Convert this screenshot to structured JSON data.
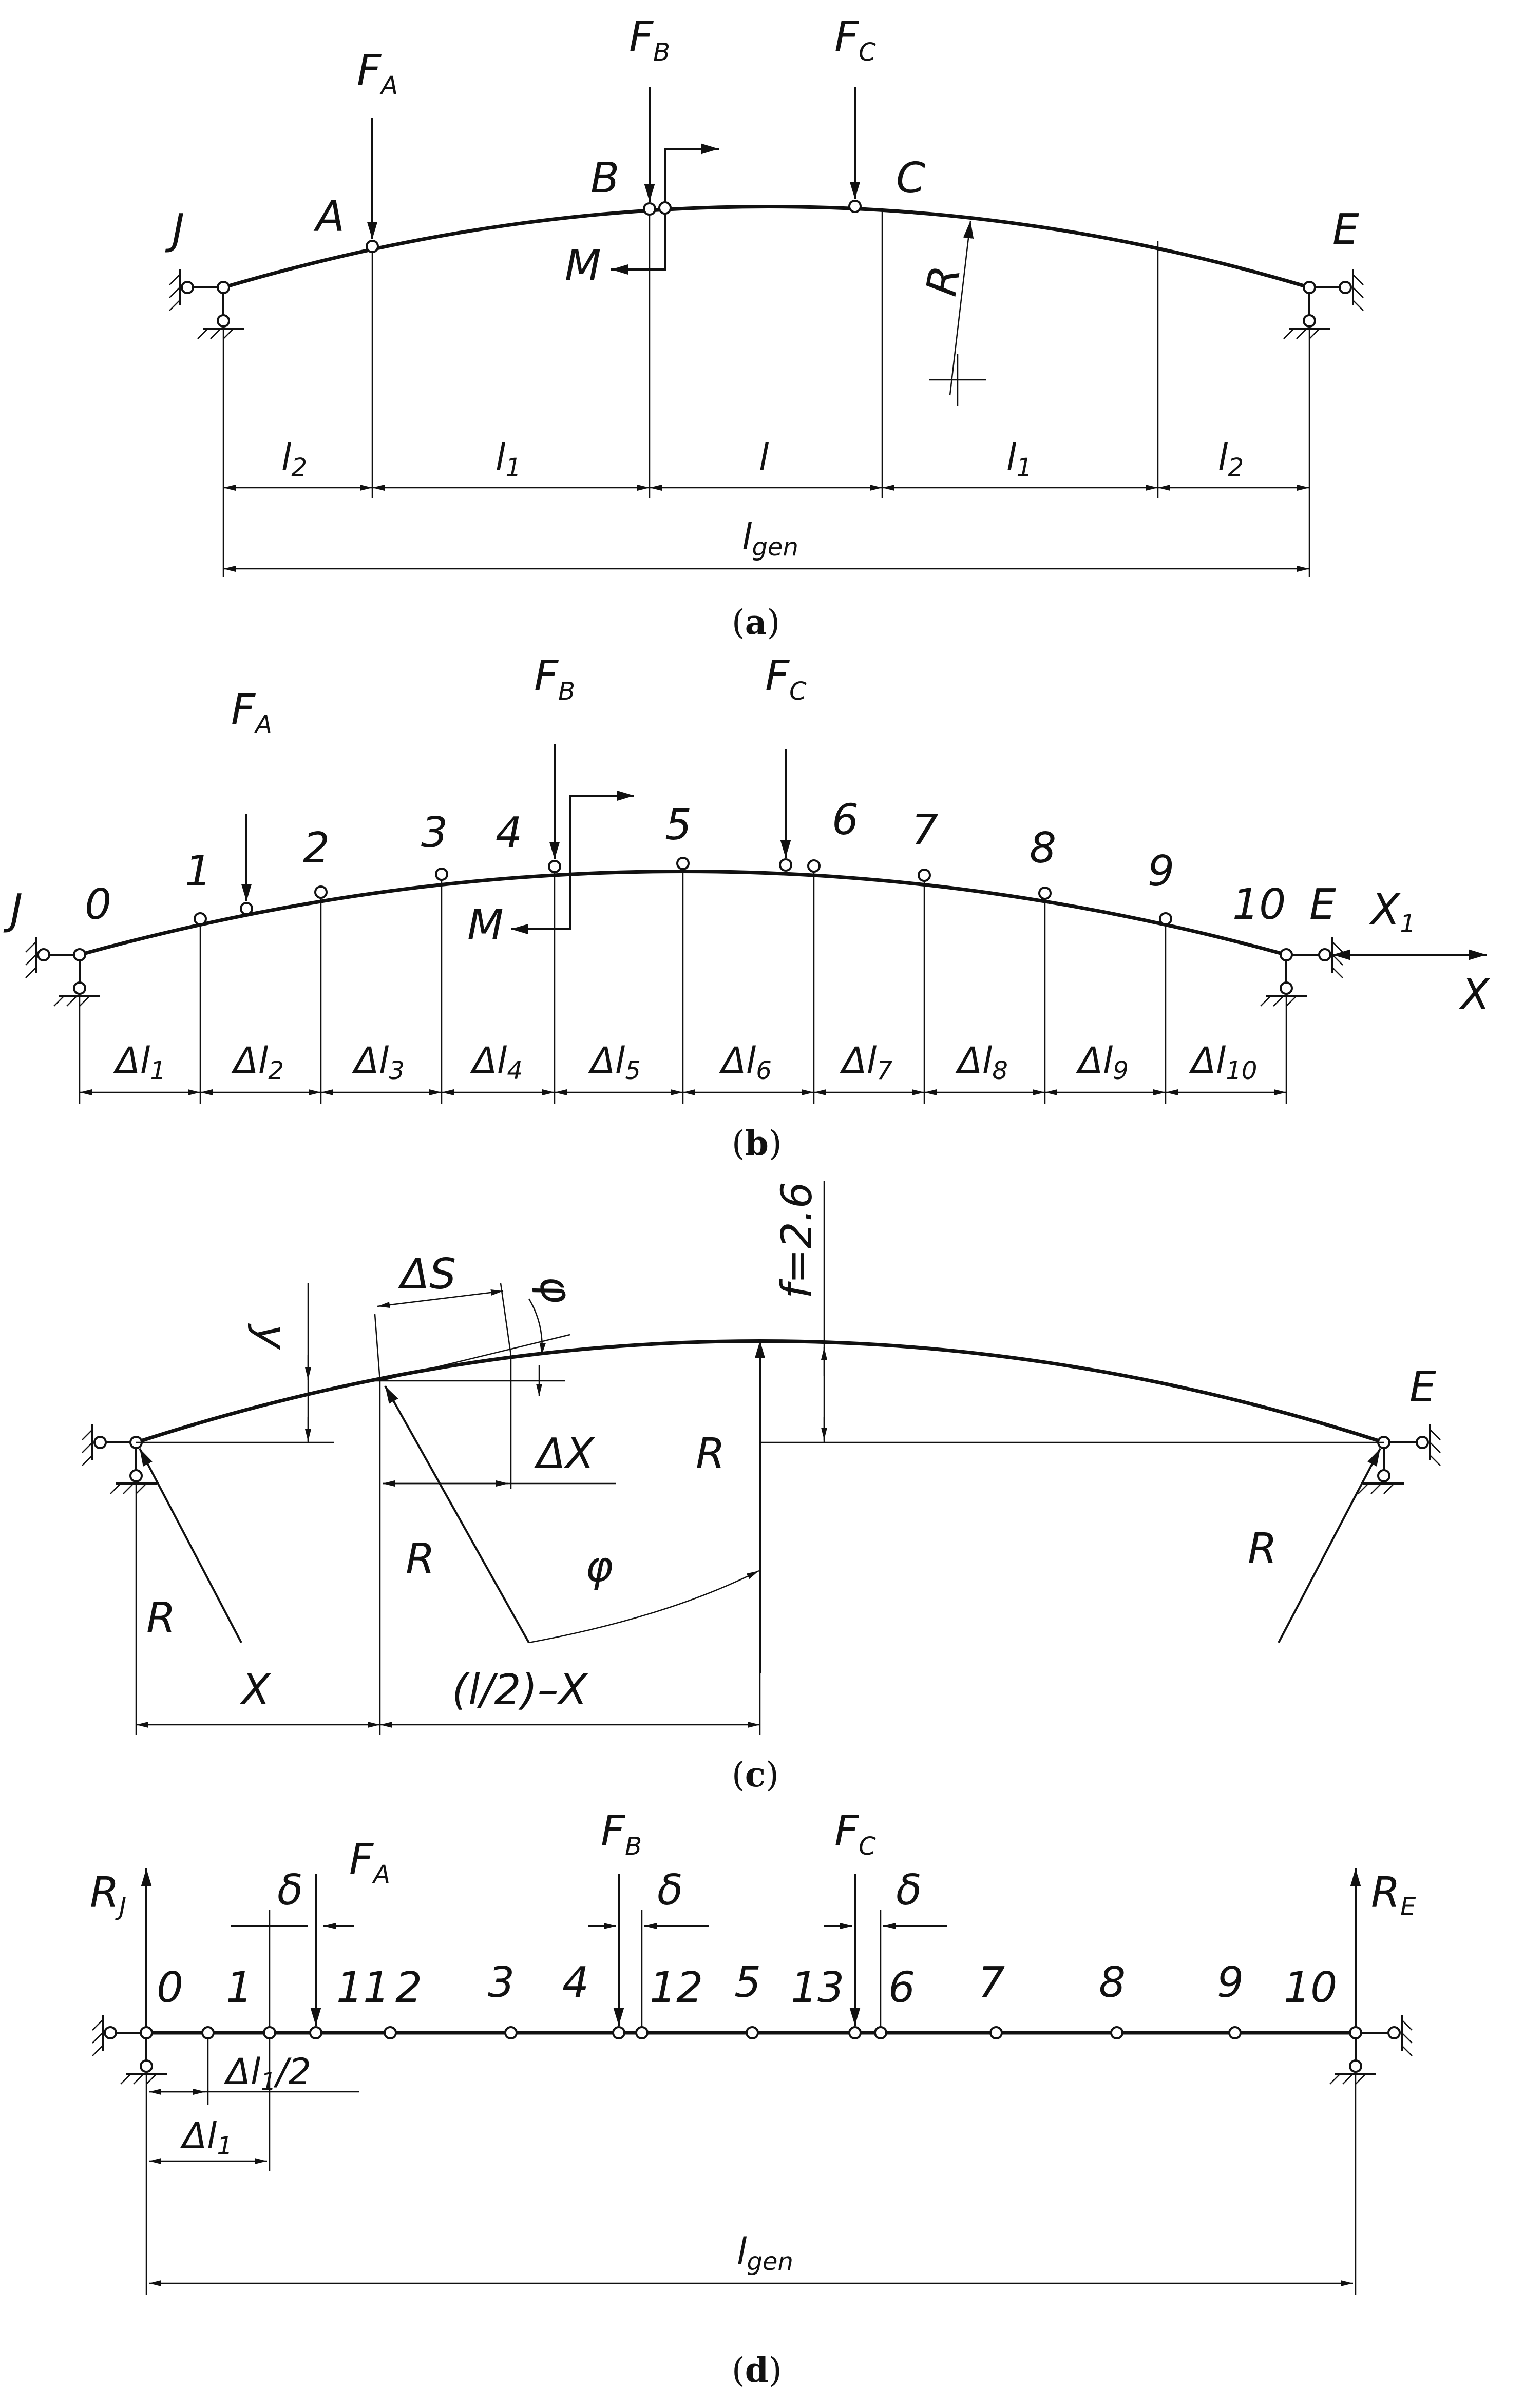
{
  "panels": {
    "a": {
      "caption_open": "(",
      "caption_letter": "a",
      "caption_close": ")",
      "labels": {
        "J": "J",
        "A": "A",
        "B": "B",
        "C": "C",
        "E": "E",
        "M": "M",
        "R": "R"
      },
      "forces": {
        "FA": "F",
        "FA_sub": "A",
        "FB": "F",
        "FB_sub": "B",
        "FC": "F",
        "FC_sub": "C"
      },
      "dims": {
        "l2_left": "l",
        "l2_left_sub": "2",
        "l1_left": "l",
        "l1_left_sub": "1",
        "l": "l",
        "l1_right": "l",
        "l1_right_sub": "1",
        "l2_right": "l",
        "l2_right_sub": "2",
        "lgen": "l",
        "lgen_sub": "gen"
      }
    },
    "b": {
      "caption_open": "(",
      "caption_letter": "b",
      "caption_close": ")",
      "labels": {
        "J": "J",
        "E": "E",
        "M": "M",
        "X1": "X",
        "X1_sub": "1",
        "X": "X"
      },
      "forces": {
        "FA": "F",
        "FA_sub": "A",
        "FB": "F",
        "FB_sub": "B",
        "FC": "F",
        "FC_sub": "C"
      },
      "nodes": [
        "0",
        "1",
        "2",
        "3",
        "4",
        "5",
        "6",
        "7",
        "8",
        "9",
        "10"
      ],
      "segments": [
        {
          "main": "Δl",
          "sub": "1"
        },
        {
          "main": "Δl",
          "sub": "2"
        },
        {
          "main": "Δl",
          "sub": "3"
        },
        {
          "main": "Δl",
          "sub": "4"
        },
        {
          "main": "Δl",
          "sub": "5"
        },
        {
          "main": "Δl",
          "sub": "6"
        },
        {
          "main": "Δl",
          "sub": "7"
        },
        {
          "main": "Δl",
          "sub": "8"
        },
        {
          "main": "Δl",
          "sub": "9"
        },
        {
          "main": "Δl",
          "sub": "10"
        }
      ]
    },
    "c": {
      "caption_open": "(",
      "caption_letter": "c",
      "caption_close": ")",
      "labels": {
        "f": "f=2.6",
        "dS": "ΔS",
        "phi_small": "φ",
        "y": "y",
        "dX": "ΔX",
        "R_center": "R",
        "R_left": "R",
        "R_mid": "R",
        "R_right": "R",
        "E": "E",
        "phi": "φ",
        "X": "X",
        "half": "(l/2)–X"
      }
    },
    "d": {
      "caption_open": "(",
      "caption_letter": "d",
      "caption_close": ")",
      "labels": {
        "RJ": "R",
        "RJ_sub": "J",
        "RE": "R",
        "RE_sub": "E",
        "delta1": "δ",
        "delta2": "δ",
        "delta3": "δ",
        "half_dl": "Δl",
        "half_dl_sub": "1",
        "half_dl_tail": "/2",
        "dl1": "Δl",
        "dl1_sub": "1",
        "lgen": "l",
        "lgen_sub": "gen"
      },
      "forces": {
        "FA": "F",
        "FA_sub": "A",
        "FB": "F",
        "FB_sub": "B",
        "FC": "F",
        "FC_sub": "C"
      },
      "nodes": [
        "0",
        "1",
        "11",
        "2",
        "3",
        "4",
        "12",
        "5",
        "13",
        "6",
        "7",
        "8",
        "9",
        "10"
      ]
    }
  }
}
